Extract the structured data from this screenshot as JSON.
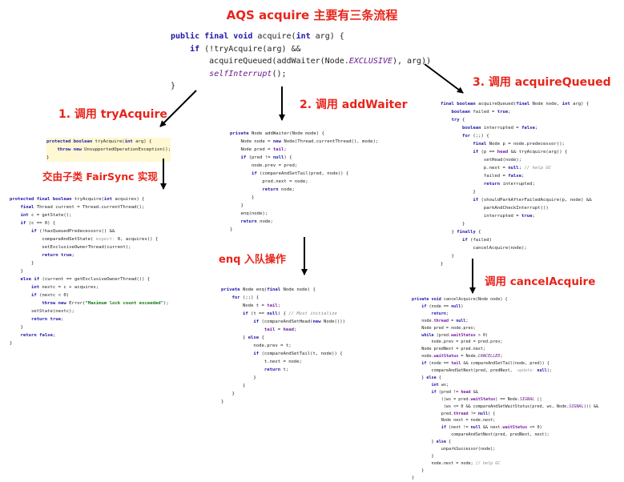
{
  "title": "AQS acquire 主要有三条流程",
  "steps": {
    "try_acquire": "1. 调用 tryAcquire",
    "add_waiter": "2. 调用 addWaiter",
    "acquire_queued": "3. 调用 acquireQueued",
    "fair_sync": "交由子类 FairSync 实现",
    "enq": "enq 入队操作",
    "cancel_acquire": "调用 cancelAcquire"
  },
  "code": {
    "acquire": [
      "public final void acquire(int arg) {",
      "    if (!tryAcquire(arg) &&",
      "        acquireQueued(addWaiter(Node.EXCLUSIVE), arg))",
      "        selfInterrupt();",
      "}"
    ],
    "try_acquire_base": [
      "protected boolean tryAcquire(int arg) {",
      "    throw new UnsupportedOperationException();",
      "}"
    ],
    "fair_sync": [
      "protected final boolean tryAcquire(int acquires) {",
      "    final Thread current = Thread.currentThread();",
      "    int c = getState();",
      "    if (c == 0) {",
      "        if (!hasQueuedPredecessors() &&",
      "            compareAndSetState( expect: 0, acquires)) {",
      "            setExclusiveOwnerThread(current);",
      "            return true;",
      "        }",
      "    }",
      "    else if (current == getExclusiveOwnerThread()) {",
      "        int nextc = c + acquires;",
      "        if (nextc < 0)",
      "            throw new Error(\"Maximum lock count exceeded\");",
      "        setState(nextc);",
      "        return true;",
      "    }",
      "    return false;",
      "}"
    ],
    "add_waiter": [
      "private Node addWaiter(Node mode) {",
      "    Node node = new Node(Thread.currentThread(), mode);",
      "    Node pred = tail;",
      "    if (pred != null) {",
      "        node.prev = pred;",
      "        if (compareAndSetTail(pred, node)) {",
      "            pred.next = node;",
      "            return node;",
      "        }",
      "    }",
      "    enq(node);",
      "    return node;",
      "}"
    ],
    "enq": [
      "private Node enq(final Node node) {",
      "    for (;;) {",
      "        Node t = tail;",
      "        if (t == null) { // Must initialize",
      "            if (compareAndSetHead(new Node()))",
      "                tail = head;",
      "        } else {",
      "            node.prev = t;",
      "            if (compareAndSetTail(t, node)) {",
      "                t.next = node;",
      "                return t;",
      "            }",
      "        }",
      "    }",
      "}"
    ],
    "acquire_queued": [
      "final boolean acquireQueued(final Node node, int arg) {",
      "    boolean failed = true;",
      "    try {",
      "        boolean interrupted = false;",
      "        for (;;) {",
      "            final Node p = node.predecessor();",
      "            if (p == head && tryAcquire(arg)) {",
      "                setHead(node);",
      "                p.next = null; // help GC",
      "                failed = false;",
      "                return interrupted;",
      "            }",
      "            if (shouldParkAfterFailedAcquire(p, node) &&",
      "                parkAndCheckInterrupt())",
      "                interrupted = true;",
      "        }",
      "    } finally {",
      "        if (failed)",
      "            cancelAcquire(node);",
      "    }",
      "}"
    ],
    "cancel_acquire": [
      "private void cancelAcquire(Node node) {",
      "    if (node == null)",
      "        return;",
      "    node.thread = null;",
      "    Node pred = node.prev;",
      "    while (pred.waitStatus > 0)",
      "        node.prev = pred = pred.prev;",
      "    Node predNext = pred.next;",
      "    node.waitStatus = Node.CANCELLED;",
      "    if (node == tail && compareAndSetTail(node, pred)) {",
      "        compareAndSetNext(pred, predNext,  update: null);",
      "    } else {",
      "        int ws;",
      "        if (pred != head &&",
      "            ((ws = pred.waitStatus) == Node.SIGNAL ||",
      "             (ws <= 0 && compareAndSetWaitStatus(pred, ws, Node.SIGNAL))) &&",
      "            pred.thread != null) {",
      "            Node next = node.next;",
      "            if (next != null && next.waitStatus <= 0)",
      "                compareAndSetNext(pred, predNext, next);",
      "        } else {",
      "            unparkSuccessor(node);",
      "        }",
      "        node.next = node; // help GC",
      "    }",
      "}"
    ]
  }
}
